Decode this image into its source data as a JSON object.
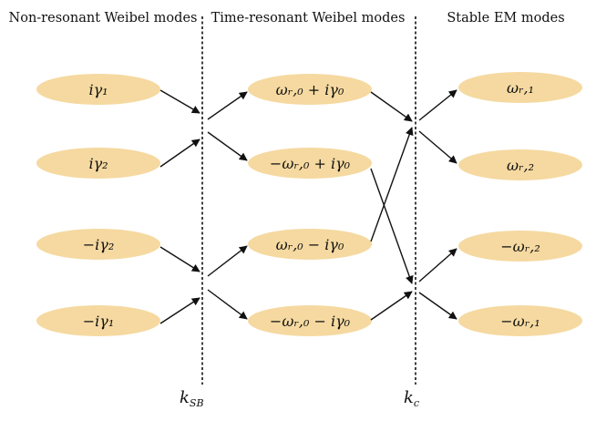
{
  "headers": {
    "left": "Non-resonant Weibel modes",
    "middle": "Time-resonant Weibel modes",
    "right": "Stable EM modes"
  },
  "nodes": {
    "left": [
      {
        "id": "L1",
        "label": "iγ₁"
      },
      {
        "id": "L2",
        "label": "iγ₂"
      },
      {
        "id": "L3",
        "label": "−iγ₂"
      },
      {
        "id": "L4",
        "label": "−iγ₁"
      }
    ],
    "middle": [
      {
        "id": "M1",
        "label": "ωᵣ,₀ + iγ₀"
      },
      {
        "id": "M2",
        "label": "−ωᵣ,₀ + iγ₀"
      },
      {
        "id": "M3",
        "label": "ωᵣ,₀ − iγ₀"
      },
      {
        "id": "M4",
        "label": "−ωᵣ,₀ − iγ₀"
      }
    ],
    "right": [
      {
        "id": "R1",
        "label": "ωᵣ,₁"
      },
      {
        "id": "R2",
        "label": "ωᵣ,₂"
      },
      {
        "id": "R3",
        "label": "−ωᵣ,₂"
      },
      {
        "id": "R4",
        "label": "−ωᵣ,₁"
      }
    ]
  },
  "axis_labels": {
    "left_main": "k",
    "left_sub": "SB",
    "right_main": "k",
    "right_sub": "c"
  }
}
